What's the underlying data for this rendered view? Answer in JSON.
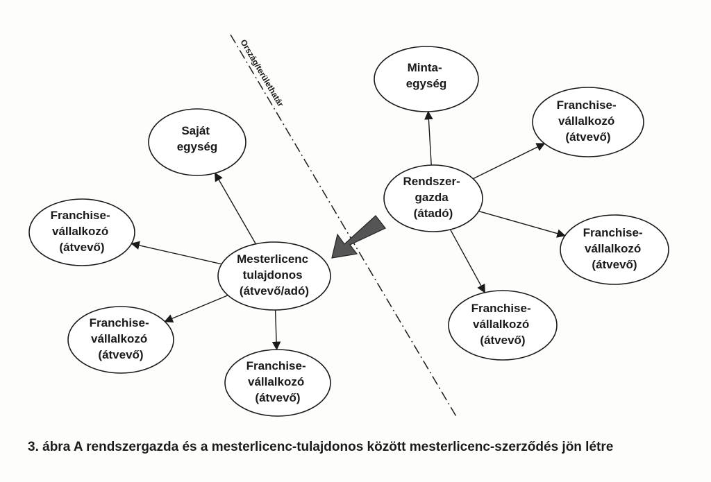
{
  "border_label": "Ország/területhatár",
  "caption": "3. ábra  A rendszergazda és a mesterlicenc-tulajdonos között mesterlicenc-szerződés jön létre",
  "colors": {
    "ink": "#1a1a1a",
    "node_fill": "#ffffff",
    "transfer_arrow": "#555555",
    "background": "#fdfdfb"
  },
  "nodes": {
    "minta": {
      "lines": [
        "Minta-",
        "egység"
      ]
    },
    "rendszergazda": {
      "lines": [
        "Rendszer-",
        "gazda",
        "(átadó)"
      ]
    },
    "fr_r1": {
      "lines": [
        "Franchise-",
        "vállalkozó",
        "(átvevő)"
      ]
    },
    "fr_r2": {
      "lines": [
        "Franchise-",
        "vállalkozó",
        "(átvevő)"
      ]
    },
    "fr_r3": {
      "lines": [
        "Franchise-",
        "vállalkozó",
        "(átvevő)"
      ]
    },
    "sajat": {
      "lines": [
        "Saját",
        "egység"
      ]
    },
    "mester": {
      "lines": [
        "Mesterlicenc",
        "tulajdonos",
        "(átvevő/adó)"
      ]
    },
    "fr_l1": {
      "lines": [
        "Franchise-",
        "vállalkozó",
        "(átvevő)"
      ]
    },
    "fr_l2": {
      "lines": [
        "Franchise-",
        "vállalkozó",
        "(átvevő)"
      ]
    },
    "fr_l3": {
      "lines": [
        "Franchise-",
        "vállalkozó",
        "(átvevő)"
      ]
    }
  },
  "edges": [
    {
      "from": "rendszergazda",
      "to": "minta"
    },
    {
      "from": "rendszergazda",
      "to": "fr_r1"
    },
    {
      "from": "rendszergazda",
      "to": "fr_r2"
    },
    {
      "from": "rendszergazda",
      "to": "fr_r3"
    },
    {
      "from": "mester",
      "to": "sajat"
    },
    {
      "from": "mester",
      "to": "fr_l1"
    },
    {
      "from": "mester",
      "to": "fr_l2"
    },
    {
      "from": "mester",
      "to": "fr_l3"
    }
  ]
}
